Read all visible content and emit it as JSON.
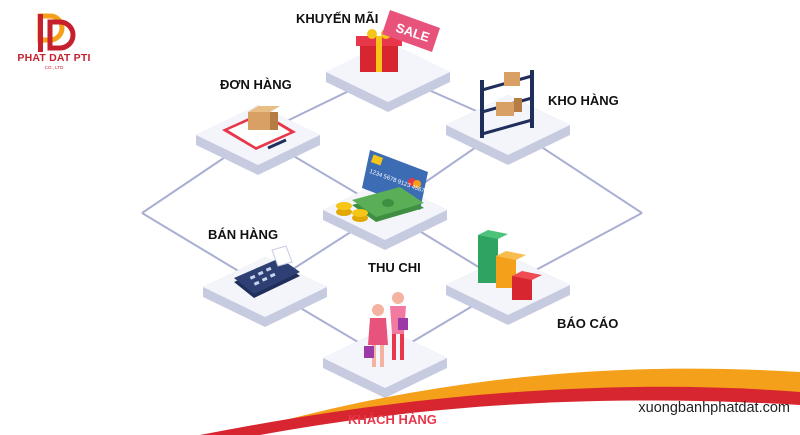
{
  "logo": {
    "name": "PHAT DAT PTI",
    "subtitle": "CO., LTD",
    "color": "#c6202f"
  },
  "nodes": {
    "khuyen_mai": "KHUYẾN MÃI",
    "don_hang": "ĐƠN HÀNG",
    "kho_hang": "KHO HÀNG",
    "ban_hang": "BÁN HÀNG",
    "thu_chi": "THU CHI",
    "bao_cao": "BÁO CÁO",
    "khach_hang": "KHÁCH HÀNG"
  },
  "sale_badge": "SALE",
  "card_number": "1234 5678 9123 4567",
  "website": "xuongbanhphatdat.com",
  "colors": {
    "platform_top": "#f4f5fb",
    "platform_side": "#c7cbe0",
    "connector": "#a9afd2",
    "wave_orange": "#f5a01a",
    "wave_red": "#d7262f",
    "accent_pink": "#e8537c"
  }
}
